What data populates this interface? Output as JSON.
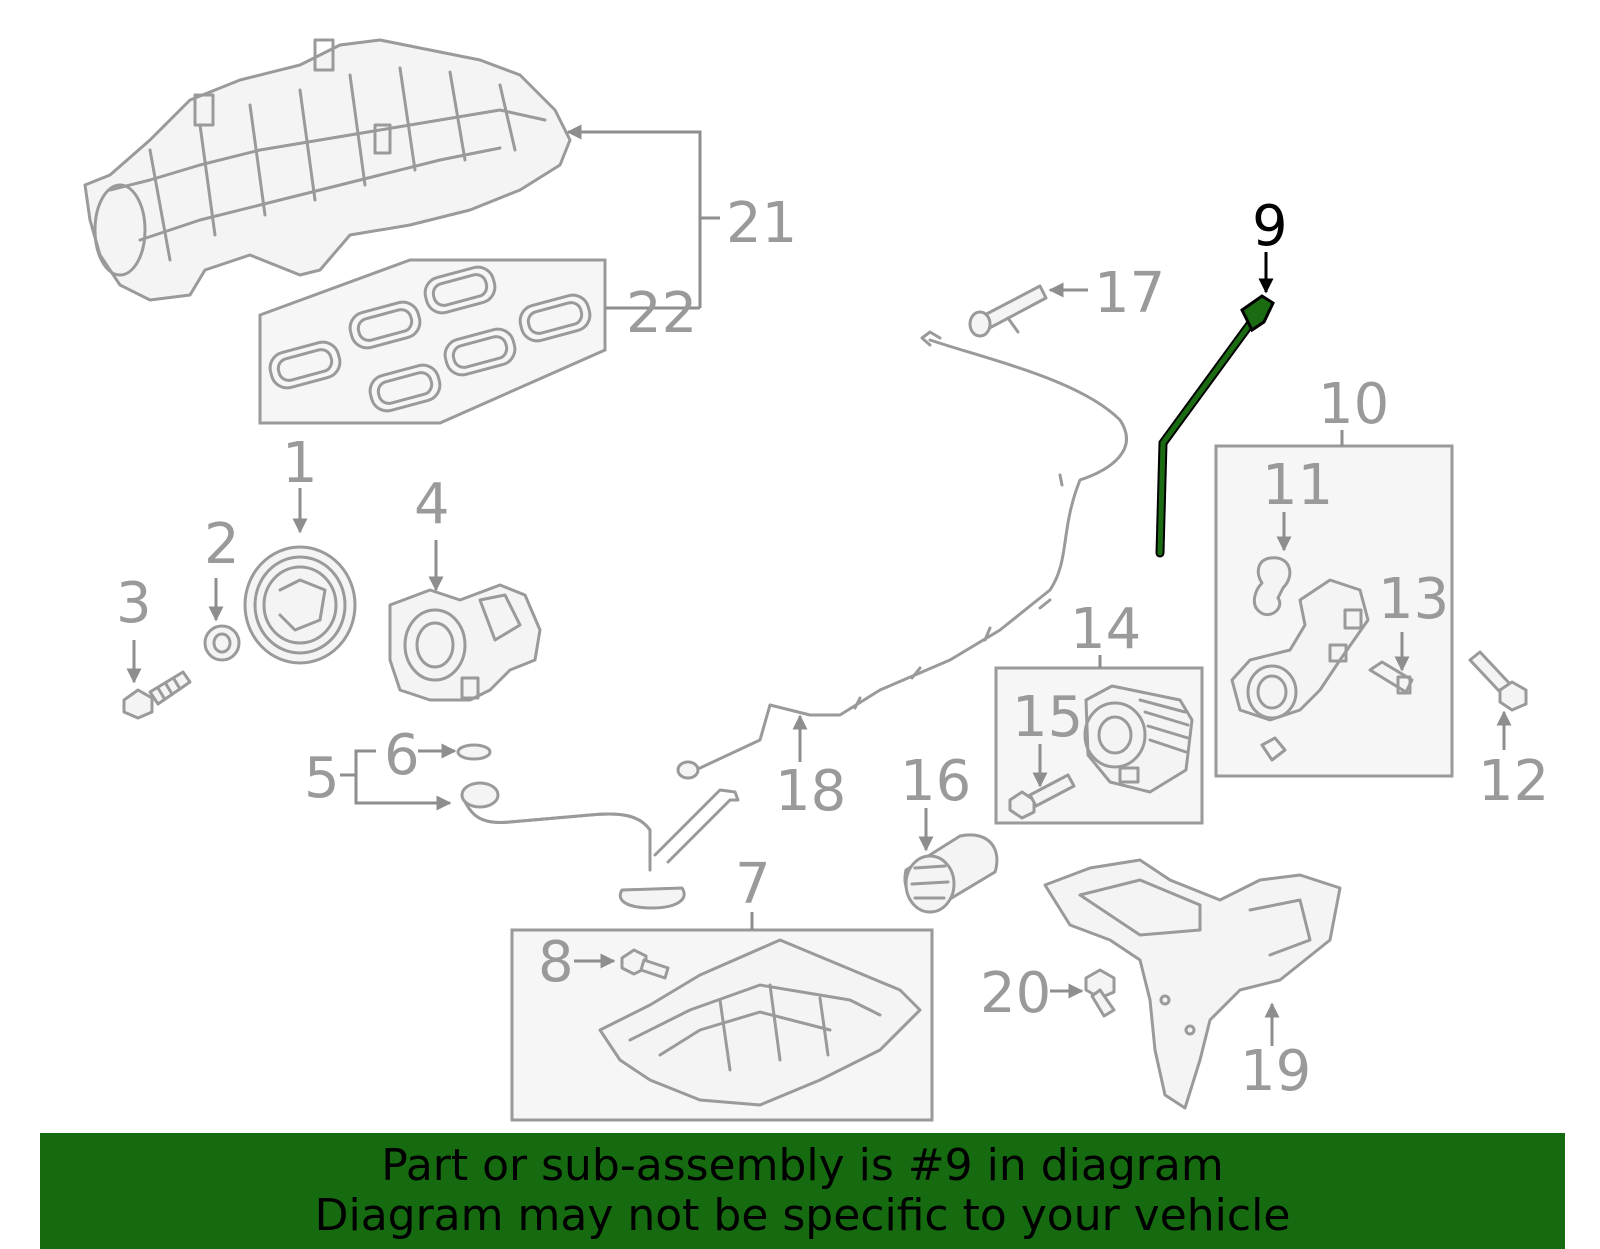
{
  "diagram": {
    "highlight_color": "#1a6b12",
    "highlighted_part": "9",
    "callouts": {
      "c1": "1",
      "c2": "2",
      "c3": "3",
      "c4": "4",
      "c5": "5",
      "c6": "6",
      "c7": "7",
      "c8": "8",
      "c9": "9",
      "c10": "10",
      "c11": "11",
      "c12": "12",
      "c13": "13",
      "c14": "14",
      "c15": "15",
      "c16": "16",
      "c17": "17",
      "c18": "18",
      "c19": "19",
      "c20": "20",
      "c21": "21",
      "c22": "22"
    }
  },
  "banner": {
    "background_color": "#166a10",
    "line1": "Part or sub-assembly is #9 in diagram",
    "line2": "Diagram may not be specific to your vehicle"
  }
}
